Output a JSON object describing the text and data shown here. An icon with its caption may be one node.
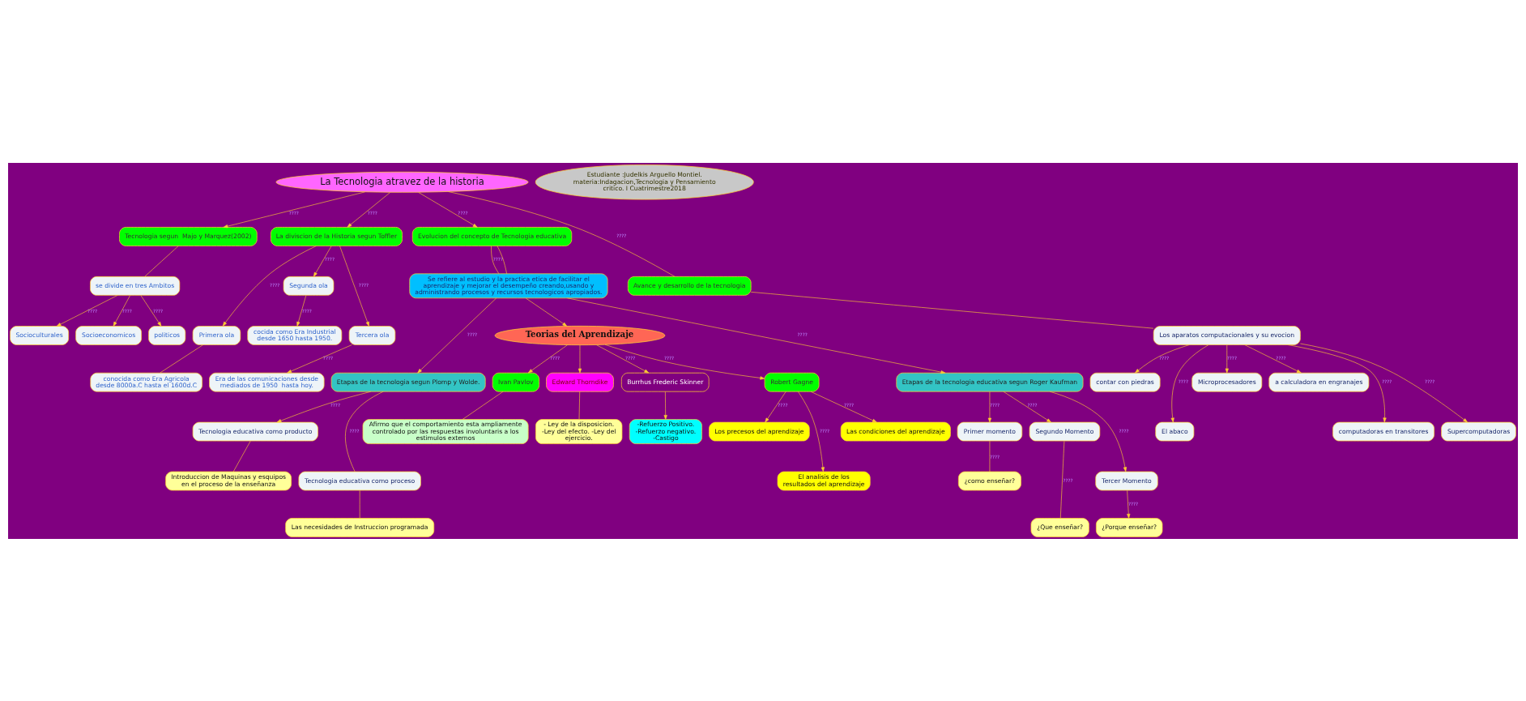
{
  "diagram": {
    "nodes": [
      {
        "text": [
          "Tecnologia segun  Majo y Marquez(2002)"
        ]
      },
      {
        "text": [
          "La diviscion de la Historia segun Toffler"
        ]
      },
      {
        "text": [
          "Estudiante :Judelkis Arguello Montiel. materia:Indagacion,Tecnologia y Pensamiento critico. I Cuatrimestre2018"
        ]
      },
      {
        "text": [
          "se divide en tres Ambitos"
        ]
      },
      {
        "text": [
          "Primera ola"
        ]
      },
      {
        "text": [
          "Segunda ola"
        ]
      },
      {
        "text": [
          "Tercera ola"
        ]
      },
      {
        "text": [
          "Socioculturales"
        ]
      },
      {
        "text": [
          "Socioeconomicos"
        ]
      },
      {
        "text": [
          "politicos"
        ]
      },
      {
        "text": [
          "conocida como Era Agricola desde 8000a.C hasta el 1600d.C"
        ]
      },
      {
        "text": [
          "cocida como Era Industrial desde 1650 hasta 1950."
        ]
      },
      {
        "text": [
          "Era de las comunicaciones desde mediados de 1950  hasta hoy."
        ]
      },
      {
        "text": [
          "La Tecnologia atravez de la historia"
        ]
      },
      {
        "text": [
          "Evolucion del concepto de Tecnologia educativa"
        ]
      },
      {
        "text": [
          "Etapas de la tecnologia segun Plomp y Wolde."
        ]
      },
      {
        "text": [
          "Tecnologia educativa como producto"
        ]
      },
      {
        "text": [
          "Introduccion de Maquinas y esquipos en el proceso de la enseñanza"
        ]
      },
      {
        "text": [
          "Tecnologia educativa como proceso"
        ]
      },
      {
        "text": [
          "Las necesidades de Instruccion programada"
        ]
      },
      {
        "text": [
          "Avance y desarrollo de la tecnologia"
        ]
      },
      {
        "text": [
          "Se refiere al estudio y la practica etica de facilitar el aprendizaje y mejorar el desempeño creando,usando y administrando procesos y recursos tecnologicos apropiados."
        ]
      },
      {
        "text": [
          "Los aparatos computacionales y su evocion"
        ]
      },
      {
        "text": [
          "contar con piedras"
        ]
      },
      {
        "text": [
          "Teorias del Aprendizaje"
        ]
      },
      {
        "text": [
          "Ivan Pavlov"
        ]
      },
      {
        "text": [
          "Afirmo que el comportamiento esta ampliamente controlado por las respuestas involuntaris a los estimulos externos"
        ]
      },
      {
        "text": [
          "El abaco"
        ]
      },
      {
        "text": [
          "Microprocesadores"
        ]
      },
      {
        "text": [
          "Etapas de la tecnologia educativa segun Roger Kaufman"
        ]
      },
      {
        "text": [
          "a calculadora en engranajes"
        ]
      },
      {
        "text": [
          "computadoras en transitores"
        ]
      },
      {
        "text": [
          "Supercomputadoras"
        ]
      },
      {
        "text": [
          "Edward Thorndike"
        ]
      },
      {
        "text": [
          "- Ley de la disposicion. -Ley del efecto. -Ley del ejercicio."
        ]
      },
      {
        "text": [
          "Primer momento"
        ]
      },
      {
        "text": [
          "Segundo Momento"
        ]
      },
      {
        "text": [
          "Tercer Momento"
        ]
      },
      {
        "text": [
          "Burrhus Frederic Skinner"
        ]
      },
      {
        "text": [
          "-Refuerzo Positivo. -Refuerzo negativo. -Castigo"
        ]
      },
      {
        "text": [
          "¿como enseñar?"
        ]
      },
      {
        "text": [
          "¿Que enseñar?"
        ]
      },
      {
        "text": [
          "¿Porque enseñar?"
        ]
      },
      {
        "text": [
          "Robert Gagne"
        ]
      },
      {
        "text": [
          "Los precesos del aprendizaje"
        ]
      },
      {
        "text": [
          "El analisis de los resultados del aprendizaje"
        ]
      },
      {
        "text": [
          "Las condiciones del aprendizaje"
        ]
      }
    ],
    "edges": [
      {
        "from": 13,
        "to": 0,
        "arrow": "to",
        "label": "????"
      },
      {
        "from": 13,
        "to": 1,
        "arrow": "to",
        "label": "????"
      },
      {
        "from": 1,
        "to": 4,
        "arrow": "to",
        "label": "????"
      },
      {
        "from": 1,
        "to": 5,
        "arrow": "to",
        "label": "????"
      },
      {
        "from": 1,
        "to": 6,
        "arrow": "to",
        "label": "????"
      },
      {
        "from": 0,
        "to": 3,
        "arrow": "none"
      },
      {
        "from": 3,
        "to": 7,
        "arrow": "to",
        "label": "????"
      },
      {
        "from": 3,
        "to": 8,
        "arrow": "to",
        "label": "????"
      },
      {
        "from": 3,
        "to": 9,
        "arrow": "to",
        "label": "????"
      },
      {
        "from": 4,
        "to": 10,
        "arrow": "none"
      },
      {
        "from": 5,
        "to": 11,
        "arrow": "to",
        "label": "????"
      },
      {
        "from": 6,
        "to": 12,
        "arrow": "to",
        "label": "????"
      },
      {
        "from": 13,
        "to": 14,
        "arrow": "to",
        "label": "????"
      },
      {
        "from": 13,
        "to": 20,
        "arrow": "none",
        "label": "????"
      },
      {
        "from": 14,
        "to": 21,
        "arrow": "none",
        "label": "????"
      },
      {
        "from": 14,
        "to": 21,
        "arrow": "none"
      },
      {
        "from": 21,
        "to": 15,
        "arrow": "to",
        "label": "????"
      },
      {
        "from": 15,
        "to": 16,
        "arrow": "to",
        "label": "????"
      },
      {
        "from": 15,
        "to": 18,
        "arrow": "none",
        "label": "????"
      },
      {
        "from": 16,
        "to": 17,
        "arrow": "none"
      },
      {
        "from": 18,
        "to": 19,
        "arrow": "none"
      },
      {
        "from": 20,
        "to": 22,
        "arrow": "none"
      },
      {
        "from": 22,
        "to": 23,
        "arrow": "to",
        "label": "????"
      },
      {
        "from": 22,
        "to": 27,
        "arrow": "to",
        "label": "????"
      },
      {
        "from": 22,
        "to": 30,
        "arrow": "to",
        "label": "????"
      },
      {
        "from": 22,
        "to": 31,
        "arrow": "to",
        "label": "????"
      },
      {
        "from": 22,
        "to": 28,
        "arrow": "to",
        "label": "????"
      },
      {
        "from": 22,
        "to": 32,
        "arrow": "to",
        "label": "????"
      },
      {
        "from": 21,
        "to": 29,
        "arrow": "to",
        "label": "????"
      },
      {
        "from": 21,
        "to": 24,
        "arrow": "to"
      },
      {
        "from": 24,
        "to": 25,
        "arrow": "to",
        "label": "????"
      },
      {
        "from": 24,
        "to": 33,
        "arrow": "to"
      },
      {
        "from": 24,
        "to": 38,
        "arrow": "to",
        "label": "????"
      },
      {
        "from": 24,
        "to": 43,
        "arrow": "to",
        "label": "????"
      },
      {
        "from": 25,
        "to": 26,
        "arrow": "none"
      },
      {
        "from": 33,
        "to": 34,
        "arrow": "none"
      },
      {
        "from": 38,
        "to": 39,
        "arrow": "to"
      },
      {
        "from": 29,
        "to": 35,
        "arrow": "to",
        "label": "????"
      },
      {
        "from": 29,
        "to": 36,
        "arrow": "to",
        "label": "????"
      },
      {
        "from": 29,
        "to": 37,
        "arrow": "to",
        "label": "????"
      },
      {
        "from": 35,
        "to": 40,
        "arrow": "none",
        "label": "????"
      },
      {
        "from": 36,
        "to": 41,
        "arrow": "none",
        "label": "????"
      },
      {
        "from": 37,
        "to": 42,
        "arrow": "to",
        "label": "????"
      },
      {
        "from": 43,
        "to": 44,
        "arrow": "to",
        "label": "????"
      },
      {
        "from": 43,
        "to": 45,
        "arrow": "to",
        "label": "????"
      },
      {
        "from": 43,
        "to": 46,
        "arrow": "to",
        "label": "????"
      }
    ]
  }
}
